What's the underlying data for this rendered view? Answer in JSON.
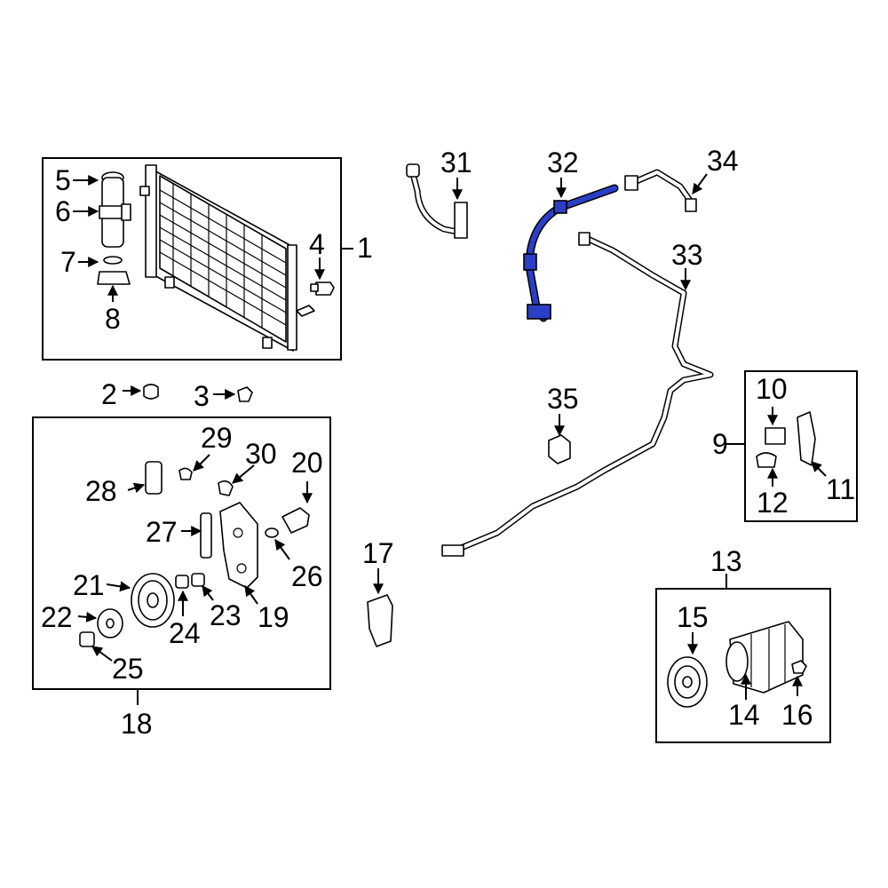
{
  "diagram": {
    "highlight_color": "#2b3ec8",
    "callouts": [
      "1",
      "2",
      "3",
      "4",
      "5",
      "6",
      "7",
      "8",
      "9",
      "10",
      "11",
      "12",
      "13",
      "14",
      "15",
      "16",
      "17",
      "18",
      "19",
      "20",
      "21",
      "22",
      "23",
      "24",
      "25",
      "26",
      "27",
      "28",
      "29",
      "30",
      "31",
      "32",
      "33",
      "34",
      "35"
    ]
  }
}
